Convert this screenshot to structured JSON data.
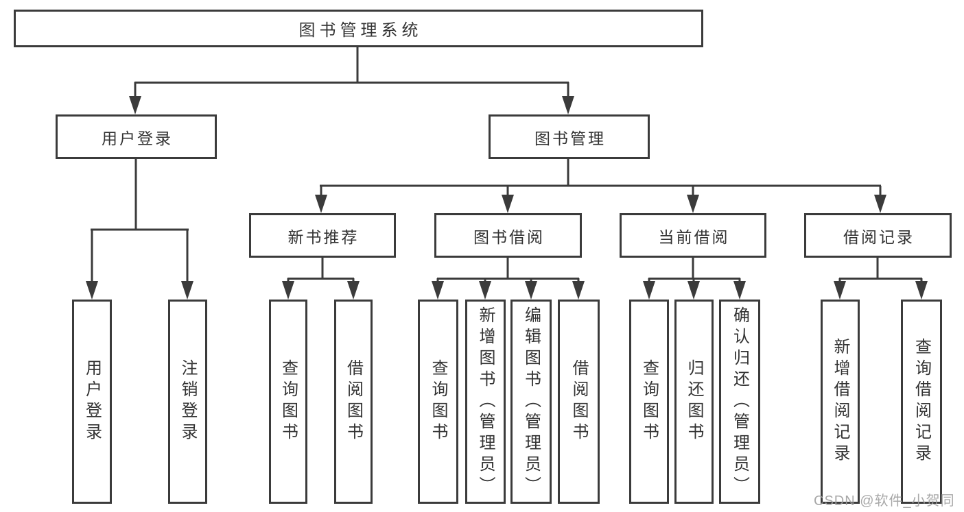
{
  "tree": {
    "root": {
      "label": "图书管理系统"
    },
    "user_login": {
      "label": "用户登录",
      "children": [
        {
          "label": "用户登录"
        },
        {
          "label": "注销登录"
        }
      ]
    },
    "book_mgmt": {
      "label": "图书管理",
      "children": [
        {
          "label": "新书推荐",
          "children": [
            {
              "label": "查询图书"
            },
            {
              "label": "借阅图书"
            }
          ]
        },
        {
          "label": "图书借阅",
          "children": [
            {
              "label": "查询图书"
            },
            {
              "label": "新增图书（管理员）"
            },
            {
              "label": "编辑图书（管理员）"
            },
            {
              "label": "借阅图书"
            }
          ]
        },
        {
          "label": "当前借阅",
          "children": [
            {
              "label": "查询图书"
            },
            {
              "label": "归还图书"
            },
            {
              "label": "确认归还（管理员）"
            }
          ]
        },
        {
          "label": "借阅记录",
          "children": [
            {
              "label": "新增借阅记录"
            },
            {
              "label": "查询借阅记录"
            }
          ]
        }
      ]
    }
  },
  "watermark": {
    "text": "CSDN @软件_小贺同学"
  },
  "colors": {
    "line": "#3b3b3b",
    "text": "#333333",
    "background": "#ffffff",
    "watermark": "#9e9e9e"
  }
}
